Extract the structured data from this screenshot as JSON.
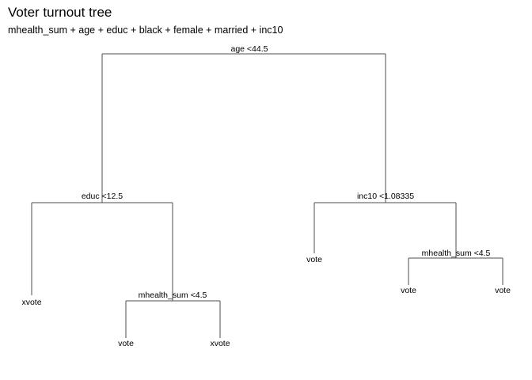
{
  "title": "Voter turnout tree",
  "subtitle": "mhealth_sum + age + educ + black + female + married + inc10",
  "tree": {
    "splits": {
      "root": "age <44.5",
      "left": "educ <12.5",
      "left_right": "mhealth_sum <4.5",
      "right": "inc10 <1.08335",
      "right_right": "mhealth_sum <4.5"
    },
    "leaves": {
      "left_left": "xvote",
      "left_right_left": "vote",
      "left_right_right": "xvote",
      "right_left": "vote",
      "right_right_left": "vote",
      "right_right_right": "vote"
    }
  }
}
